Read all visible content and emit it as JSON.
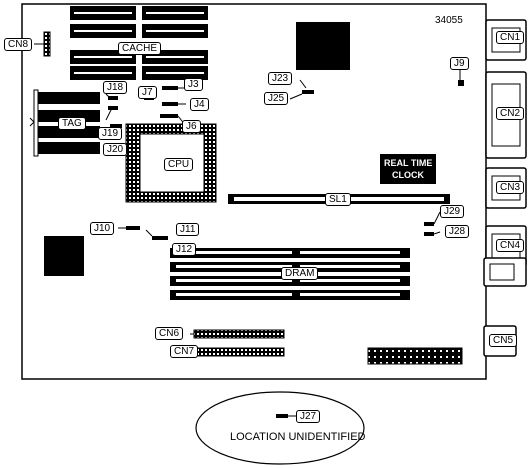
{
  "board": {
    "id": "34055",
    "components": {
      "cache": "CACHE",
      "tag": "TAG",
      "cpu": "CPU",
      "sl1": "SL1",
      "dram": "DRAM",
      "rtc_line1": "REAL TIME",
      "rtc_line2": "CLOCK"
    },
    "connectors": {
      "cn1": "CN1",
      "cn2": "CN2",
      "cn3": "CN3",
      "cn4": "CN4",
      "cn5": "CN5",
      "cn6": "CN6",
      "cn7": "CN7",
      "cn8": "CN8"
    },
    "jumpers": {
      "j3": "J3",
      "j4": "J4",
      "j6": "J6",
      "j7": "J7",
      "j9": "J9",
      "j10": "J10",
      "j11": "J11",
      "j12": "J12",
      "j18": "J18",
      "j19": "J19",
      "j20": "J20",
      "j23": "J23",
      "j25": "J25",
      "j28": "J28",
      "j29": "J29"
    }
  },
  "location_unidentified": {
    "jumper": "J27",
    "caption": "LOCATION UNIDENTIFIED"
  }
}
